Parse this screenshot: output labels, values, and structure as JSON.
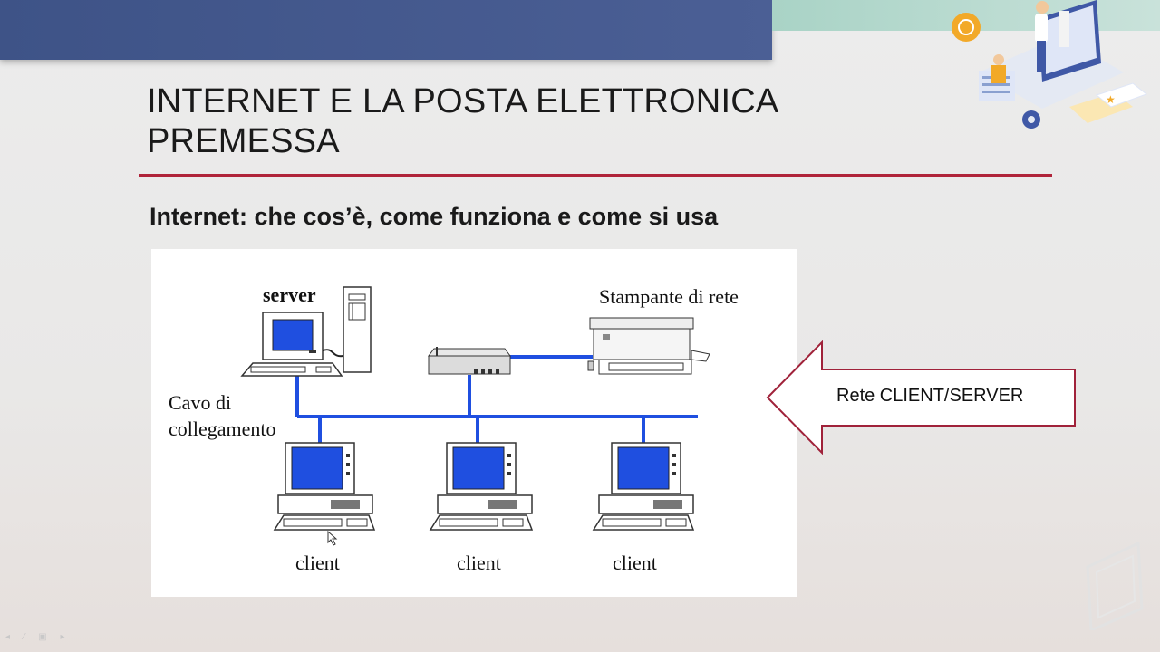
{
  "slide": {
    "title_line1": "INTERNET E LA POSTA ELETTRONICA",
    "title_line2": "PREMESSA",
    "subtitle": "Internet: che cos’è, come funziona e come si usa"
  },
  "diagram": {
    "server_label": "server",
    "printer_label": "Stampante di rete",
    "cable_label_line1": "Cavo di",
    "cable_label_line2": "collegamento",
    "clients": [
      {
        "label": "client"
      },
      {
        "label": "client"
      },
      {
        "label": "client"
      }
    ]
  },
  "callout": {
    "label": "Rete CLIENT/SERVER"
  },
  "colors": {
    "header_band": "#3e5387",
    "accent_teal": "#a9d3c6",
    "title_rule": "#b0243a",
    "network_blue": "#1f4fe0",
    "callout_border": "#a0223a"
  },
  "icons": [
    "server-icon",
    "printer-icon",
    "hub-icon",
    "client-computer-icon",
    "arrow-callout",
    "mouse-cursor-icon"
  ]
}
